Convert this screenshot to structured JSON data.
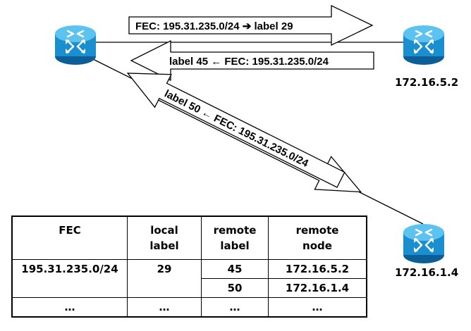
{
  "nodes": {
    "left": {
      "label": ""
    },
    "right_top": {
      "label": "172.16.5.2"
    },
    "right_bottom": {
      "label": "172.16.1.4"
    }
  },
  "arrows": {
    "a1": "FEC: 195.31.235.0/24 ➔ label 29",
    "a2": "label 45 ← FEC: 195.31.235.0/24",
    "a3": "FEC: 195.31.235.0/24 ➔ label 29",
    "a4": "label 50 ← FEC: 195.31.235.0/24"
  },
  "table": {
    "headers": {
      "fec": "FEC",
      "local_l1": "local",
      "local_l2": "label",
      "remote_label_l1": "remote",
      "remote_label_l2": "label",
      "remote_node_l1": "remote",
      "remote_node_l2": "node"
    },
    "rows": [
      {
        "fec": "195.31.235.0/24",
        "local": "29",
        "remote_label": "45",
        "remote_node": "172.16.5.2"
      },
      {
        "remote_label": "50",
        "remote_node": "172.16.1.4"
      },
      {
        "fec": "…",
        "local": "…",
        "remote_label": "…",
        "remote_node": "…"
      }
    ]
  },
  "colors": {
    "router_body": "#1a8fd0",
    "router_top": "#5cc2ef",
    "router_dark": "#0c5f96"
  }
}
